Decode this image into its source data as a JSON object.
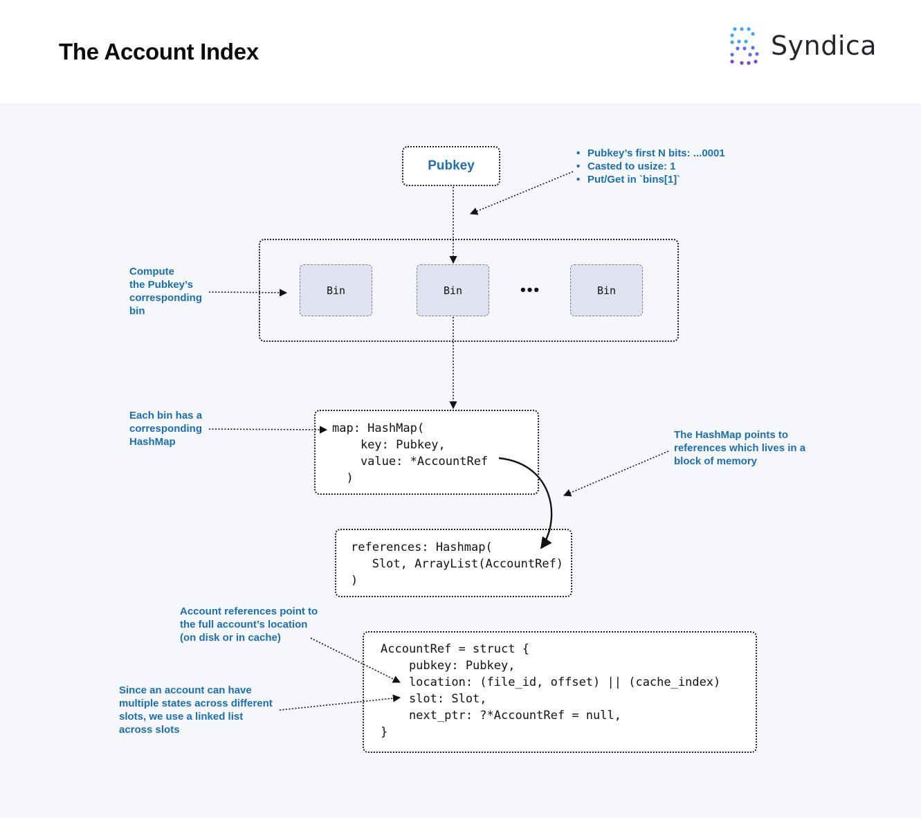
{
  "header": {
    "title": "The Account Index",
    "logo_text": "Syndica",
    "logo_icon": "syndica-logo-icon"
  },
  "diagram": {
    "pubkey_label": "Pubkey",
    "bins": [
      "Bin",
      "Bin",
      "Bin"
    ],
    "ellipsis": "•••",
    "hashmap_code": "map: HashMap(\n    key: Pubkey,\n    value: *AccountRef\n  )",
    "references_code": "references: Hashmap(\n   Slot, ArrayList(AccountRef)\n)",
    "accountref_code": "AccountRef = struct {\n    pubkey: Pubkey,\n    location: (file_id, offset) || (cache_index)\n    slot: Slot,\n    next_ptr: ?*AccountRef = null,\n}"
  },
  "notes": {
    "pubkey_bullets": [
      "Pubkey’s first N bits: ...0001",
      "Casted to usize: 1",
      "Put/Get in `bins[1]`"
    ],
    "compute_bin": [
      "Compute",
      "the Pubkey’s",
      "corresponding",
      "bin"
    ],
    "each_bin": [
      "Each bin has a",
      "corresponding",
      "HashMap"
    ],
    "hashmap_points": [
      "The HashMap points to",
      "references which lives in a",
      "block of memory"
    ],
    "account_refs": [
      "Account references point to",
      "the full account’s location",
      "(on disk or in cache)"
    ],
    "linked_list": [
      "Since an account can have",
      "multiple states across different",
      "slots, we use a linked list",
      "across slots"
    ]
  },
  "colors": {
    "note_text": "#1a6fb4",
    "bin_fill": "#dfe3f1",
    "canvas_bg": "#f5f7fb"
  }
}
